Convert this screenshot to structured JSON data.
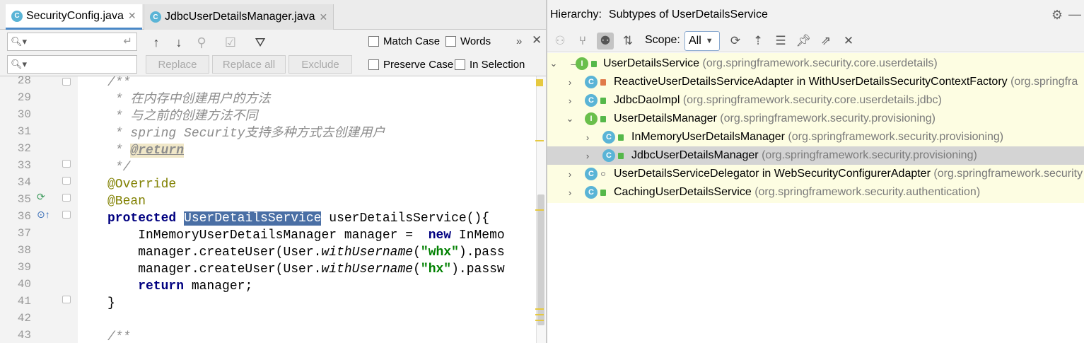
{
  "editor": {
    "tabs": [
      {
        "icon": "C",
        "label": "SecurityConfig.java",
        "active": true
      },
      {
        "icon": "C",
        "label": "JdbcUserDetailsManager.java",
        "active": false
      }
    ],
    "search": {
      "find_placeholder": "",
      "replace_placeholder": "",
      "more_label": "»",
      "buttons": {
        "replace": "Replace",
        "replace_all": "Replace all",
        "exclude": "Exclude"
      },
      "options": {
        "match_case": "Match Case",
        "words": "Words",
        "preserve_case": "Preserve Case",
        "in_selection": "In Selection"
      }
    },
    "line_numbers": [
      "28",
      "29",
      "30",
      "31",
      "32",
      "33",
      "34",
      "35",
      "36",
      "37",
      "38",
      "39",
      "40",
      "41",
      "42",
      "43"
    ],
    "code": {
      "l28": "/**",
      "l29": " * 在内存中创建用户的方法",
      "l30": " * 与之前的创建方法不同",
      "l31": " * spring Security支持多种方式去创建用户",
      "l32_prefix": " * ",
      "l32_tag": "@return",
      "l33": " */",
      "l34": "@Override",
      "l35": "@Bean",
      "l36_kw": "protected",
      "l36_type": "UserDetailsService",
      "l36_rest": " userDetailsService(){",
      "l37_a": "    InMemoryUserDetailsManager manager =  ",
      "l37_kw": "new",
      "l37_b": " InMemo",
      "l38_a": "    manager.createUser(User.",
      "l38_method": "withUsername",
      "l38_b": "(",
      "l38_str": "\"whx\"",
      "l38_c": ").pass",
      "l39_a": "    manager.createUser(User.",
      "l39_method": "withUsername",
      "l39_b": "(",
      "l39_str": "\"hx\"",
      "l39_c": ").passw",
      "l40_kw": "    return",
      "l40_rest": " manager;",
      "l41": "}",
      "l42": "",
      "l43": "/**"
    }
  },
  "hierarchy": {
    "title_label": "Hierarchy:",
    "title_value": "Subtypes of UserDetailsService",
    "scope_label": "Scope:",
    "scope_value": "All",
    "rows": [
      {
        "name": "UserDetailsService",
        "package": "(org.springframework.security.core.userdetails)",
        "icon": "I"
      },
      {
        "name": "ReactiveUserDetailsServiceAdapter in WithUserDetailsSecurityContextFactory",
        "package": "(org.springfra",
        "icon": "C"
      },
      {
        "name": "JdbcDaoImpl",
        "package": "(org.springframework.security.core.userdetails.jdbc)",
        "icon": "C"
      },
      {
        "name": "UserDetailsManager",
        "package": "(org.springframework.security.provisioning)",
        "icon": "I"
      },
      {
        "name": "InMemoryUserDetailsManager",
        "package": "(org.springframework.security.provisioning)",
        "icon": "C"
      },
      {
        "name": "JdbcUserDetailsManager",
        "package": "(org.springframework.security.provisioning)",
        "icon": "C"
      },
      {
        "name": "UserDetailsServiceDelegator in WebSecurityConfigurerAdapter",
        "package": "(org.springframework.security",
        "icon": "C"
      },
      {
        "name": "CachingUserDetailsService",
        "package": "(org.springframework.security.authentication)",
        "icon": "C"
      }
    ]
  }
}
